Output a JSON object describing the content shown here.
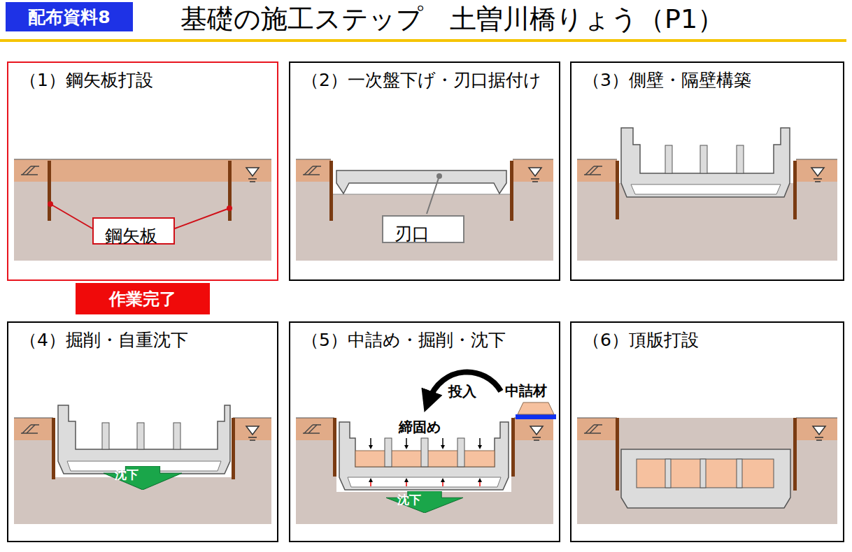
{
  "diagram": {
    "title": "基礎の施工ステップ　土曽川橋りょう（P1）",
    "nodes": [
      {
        "text": [
          "配布資料8"
        ]
      },
      {
        "text": [
          "（1）鋼矢板打設"
        ]
      },
      {
        "text": [
          "鋼矢板"
        ],
        "in": 1
      },
      {
        "text": [
          "（2）一次盤下げ・刃口据付け"
        ]
      },
      {
        "text": [
          "刃口"
        ],
        "in": 3
      },
      {
        "text": [
          "（3）側壁・隔壁構築"
        ]
      },
      {
        "text": [
          "作業完了"
        ]
      },
      {
        "text": [
          "（4）掘削・自重沈下"
        ]
      },
      {
        "text": [
          "沈下"
        ],
        "in": 7
      },
      {
        "text": [
          "（5）中詰め・掘削・沈下"
        ]
      },
      {
        "text": [
          "沈下"
        ],
        "in": 9
      },
      {
        "text": [
          "（6）頂版打設"
        ]
      }
    ],
    "labels": [
      "投入",
      "中詰材",
      "締固め"
    ]
  }
}
